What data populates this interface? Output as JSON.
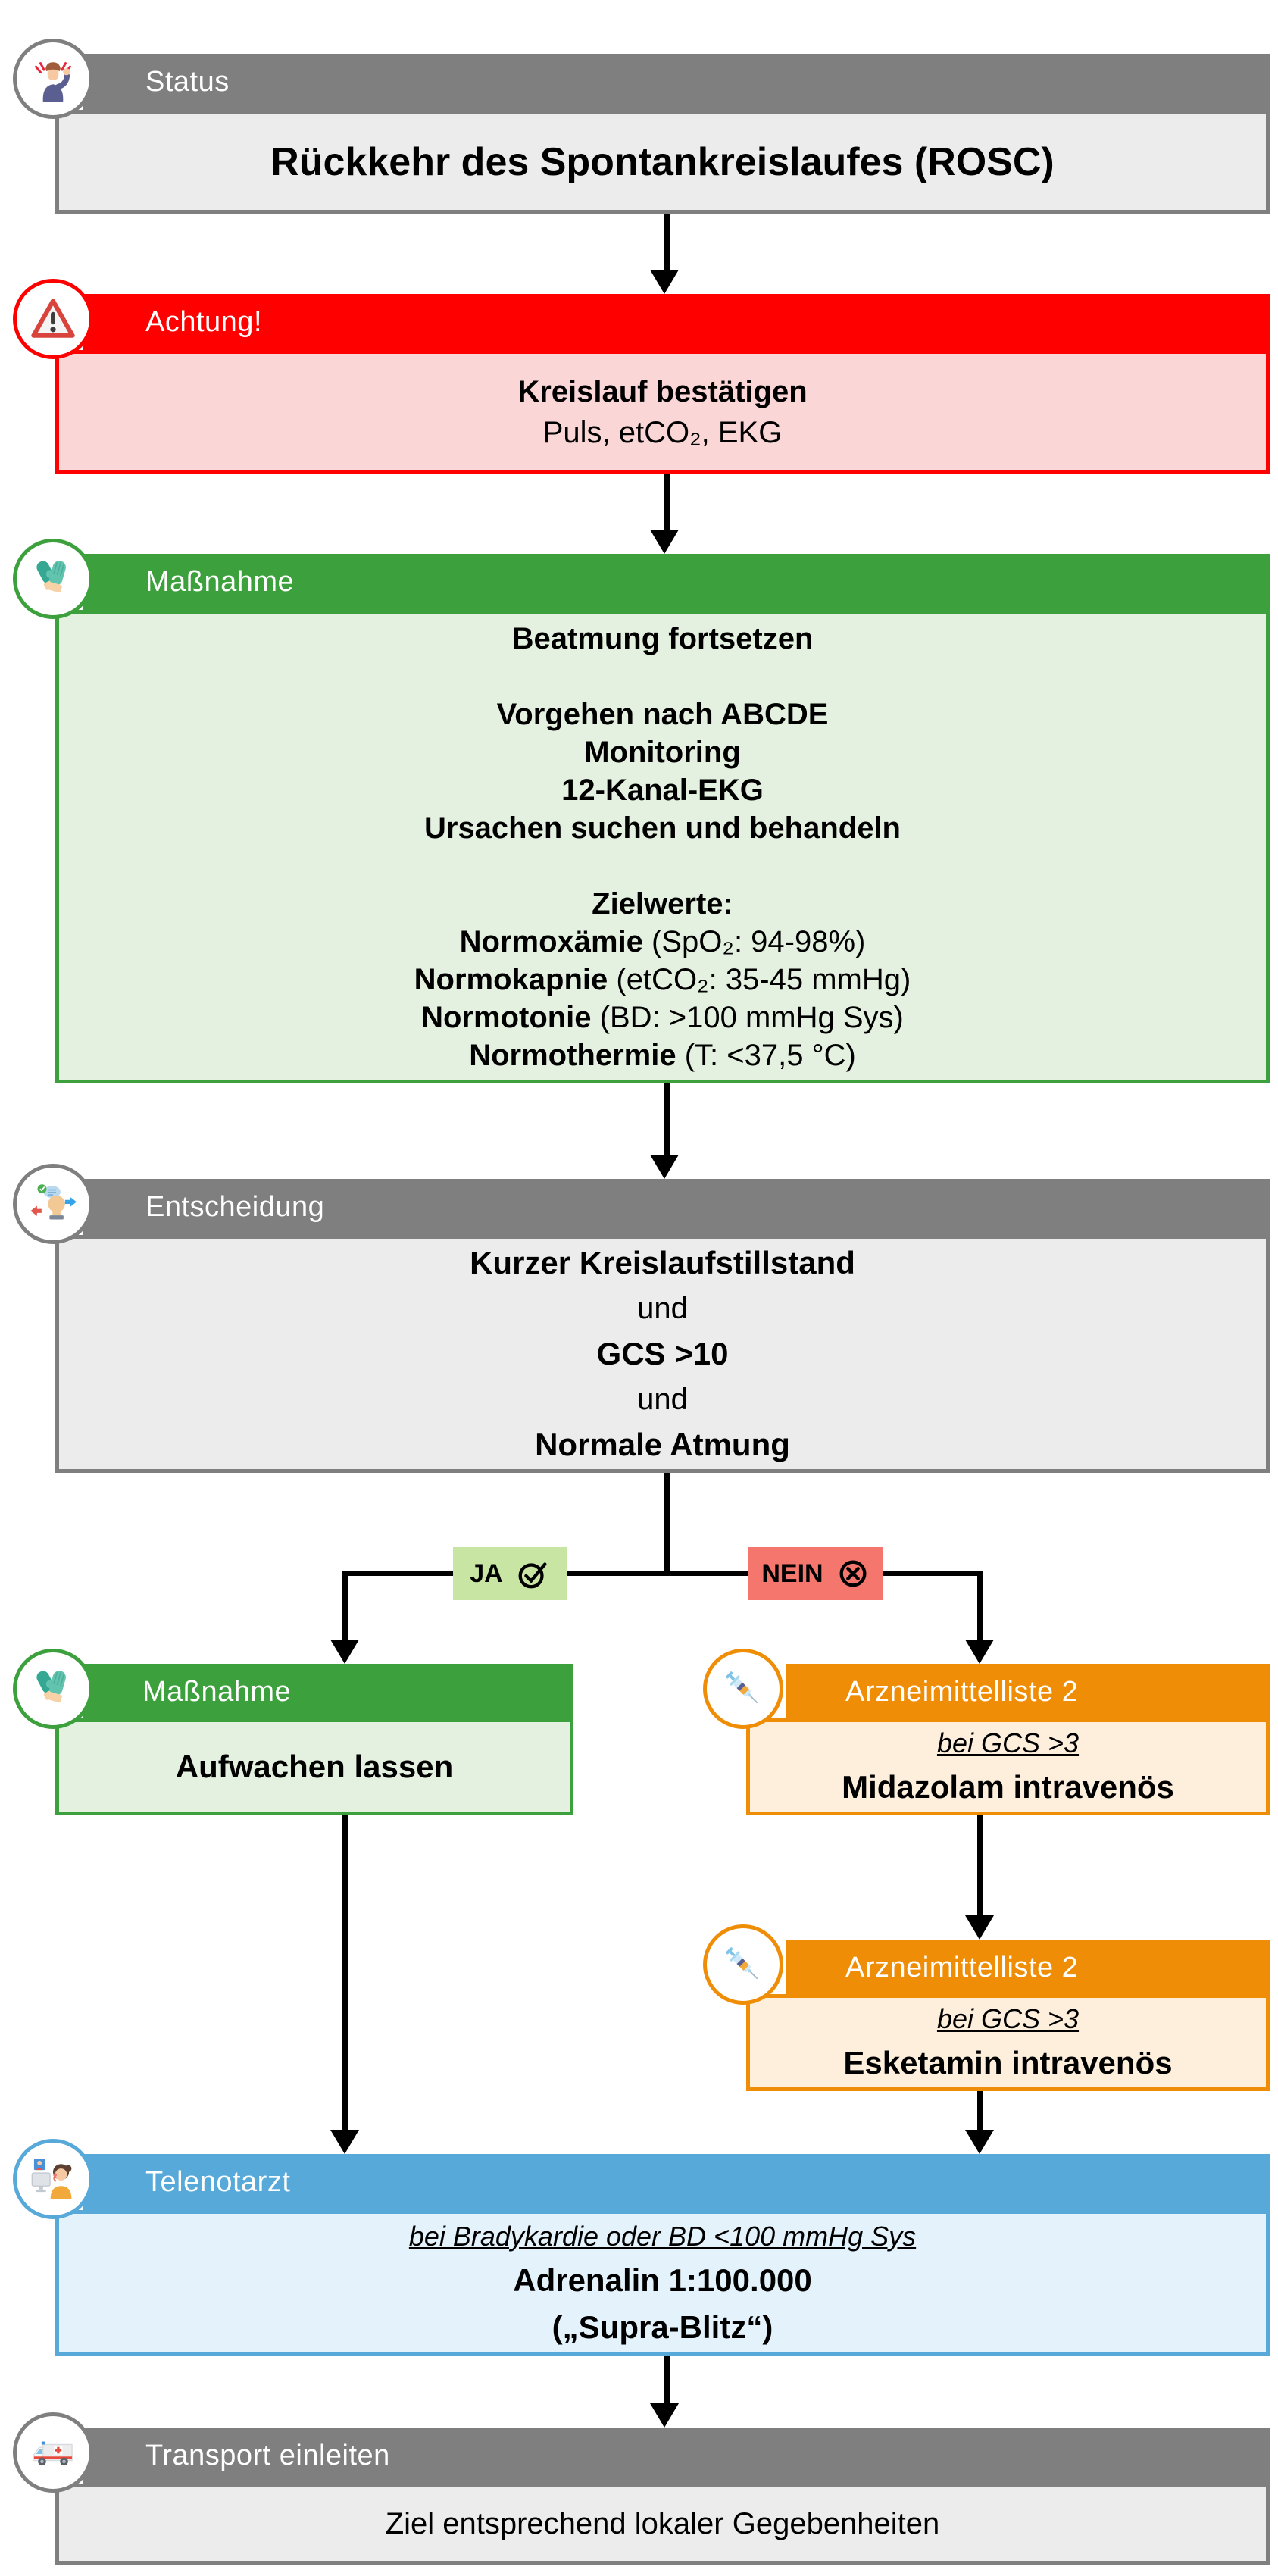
{
  "colors": {
    "gray": "#7f7f7f",
    "grayBody": "#ececec",
    "red": "#fe0000",
    "redBody": "#fbd6d6",
    "green": "#3ca03c",
    "greenBody": "#e4f1e0",
    "orange": "#ef8e06",
    "orangeBody": "#fdefdc",
    "blue": "#57a9d9",
    "blueBody": "#e4f2fb",
    "ja": "#c9e5a4",
    "nein": "#f4766d",
    "line": "#000000",
    "text": "#000000",
    "headerText": "#ffffff"
  },
  "icons": {
    "status": "person-headache",
    "achtung": "warning-triangle",
    "massnahme": "medical-gloves",
    "entscheidung": "decision-head",
    "arzneimittel": "syringe",
    "telenotarzt": "telemedicine-doctor",
    "transport": "ambulance",
    "ja": "check-circle",
    "nein": "cross-circle"
  },
  "sections": {
    "status": {
      "label": "Status",
      "title": "Rückkehr des Spontankreislaufes (ROSC)"
    },
    "achtung": {
      "label": "Achtung!",
      "emphasis": "Kreislauf bestätigen",
      "detail": "Puls, etCO₂, EKG"
    },
    "massnahme1": {
      "label": "Maßnahme",
      "lines": [
        "Beatmung fortsetzen",
        "Vorgehen nach ABCDE",
        "Monitoring",
        "12-Kanal-EKG",
        "Ursachen suchen und behandeln",
        "Zielwerte:"
      ],
      "targets": [
        {
          "b": "Normoxämie",
          "r": " (SpO₂: 94-98%)"
        },
        {
          "b": "Normokapnie",
          "r": " (etCO₂: 35-45 mmHg)"
        },
        {
          "b": "Normotonie",
          "r": " (BD: >100 mmHg Sys)"
        },
        {
          "b": "Normothermie",
          "r": " (T: <37,5 °C)"
        }
      ]
    },
    "entscheidung": {
      "label": "Entscheidung",
      "lines": [
        "Kurzer Kreislaufstillstand",
        "und",
        "GCS >10",
        "und",
        "Normale Atmung"
      ]
    },
    "branch": {
      "yes": "JA",
      "no": "NEIN"
    },
    "massnahme2": {
      "label": "Maßnahme",
      "action": "Aufwachen lassen"
    },
    "aml1": {
      "label": "Arzneimittelliste 2",
      "condition": "bei GCS >3",
      "drug": "Midazolam intravenös"
    },
    "aml2": {
      "label": "Arzneimittelliste 2",
      "condition": "bei GCS >3",
      "drug": "Esketamin intravenös"
    },
    "telenotarzt": {
      "label": "Telenotarzt",
      "condition": "bei Bradykardie oder BD <100 mmHg Sys",
      "line1": "Adrenalin 1:100.000",
      "line2": "(„Supra-Blitz“)"
    },
    "transport": {
      "label": "Transport einleiten",
      "goal": "Ziel entsprechend lokaler Gegebenheiten"
    }
  }
}
